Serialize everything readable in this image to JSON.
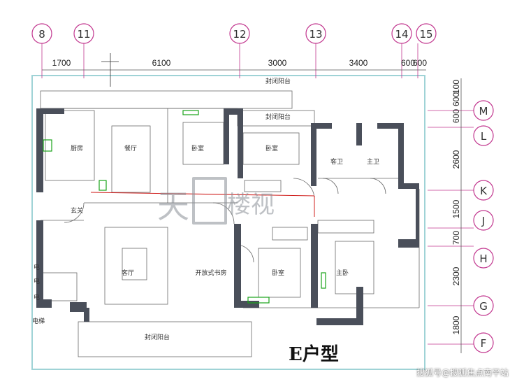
{
  "title": "E户型",
  "credit": "搜狐号@搜狐焦点南平站",
  "watermark": {
    "char": "天",
    "name": "楼视"
  },
  "top_axes": [
    {
      "label": "8"
    },
    {
      "label": "11"
    },
    {
      "label": "12"
    },
    {
      "label": "13"
    },
    {
      "label": "14"
    },
    {
      "label": "15"
    }
  ],
  "top_dims": [
    "1700",
    "6100",
    "3000",
    "3400",
    "600",
    "600"
  ],
  "right_axes": [
    {
      "label": "M"
    },
    {
      "label": "L"
    },
    {
      "label": "K"
    },
    {
      "label": "J"
    },
    {
      "label": "H"
    },
    {
      "label": "G"
    },
    {
      "label": "F"
    }
  ],
  "right_dims": [
    "100",
    "600",
    "600",
    "2600",
    "1500",
    "700",
    "2300",
    "1800"
  ],
  "rooms": {
    "balcony_top": "封闭阳台",
    "balcony_mid": "封闭阳台",
    "kitchen": "厨房",
    "dining": "餐厅",
    "bedroom_1": "卧室",
    "bedroom_2": "卧室",
    "bath_1": "客卫",
    "bath_2": "主卫",
    "foyer": "玄关",
    "living": "客厅",
    "open_study": "开放式书房",
    "bedroom_3": "卧室",
    "master": "主卧",
    "balcony_bottom": "封闭阳台",
    "left_1": "电",
    "left_2": "电",
    "left_3": "电",
    "left_4": "电梯"
  },
  "colors": {
    "axis_circle": "#c2378f",
    "wall": "#4a4f5a",
    "frame": "#9fd3d6",
    "line": "#6a6a6a",
    "pipe": "#d0201e",
    "accent": "#19a319"
  }
}
